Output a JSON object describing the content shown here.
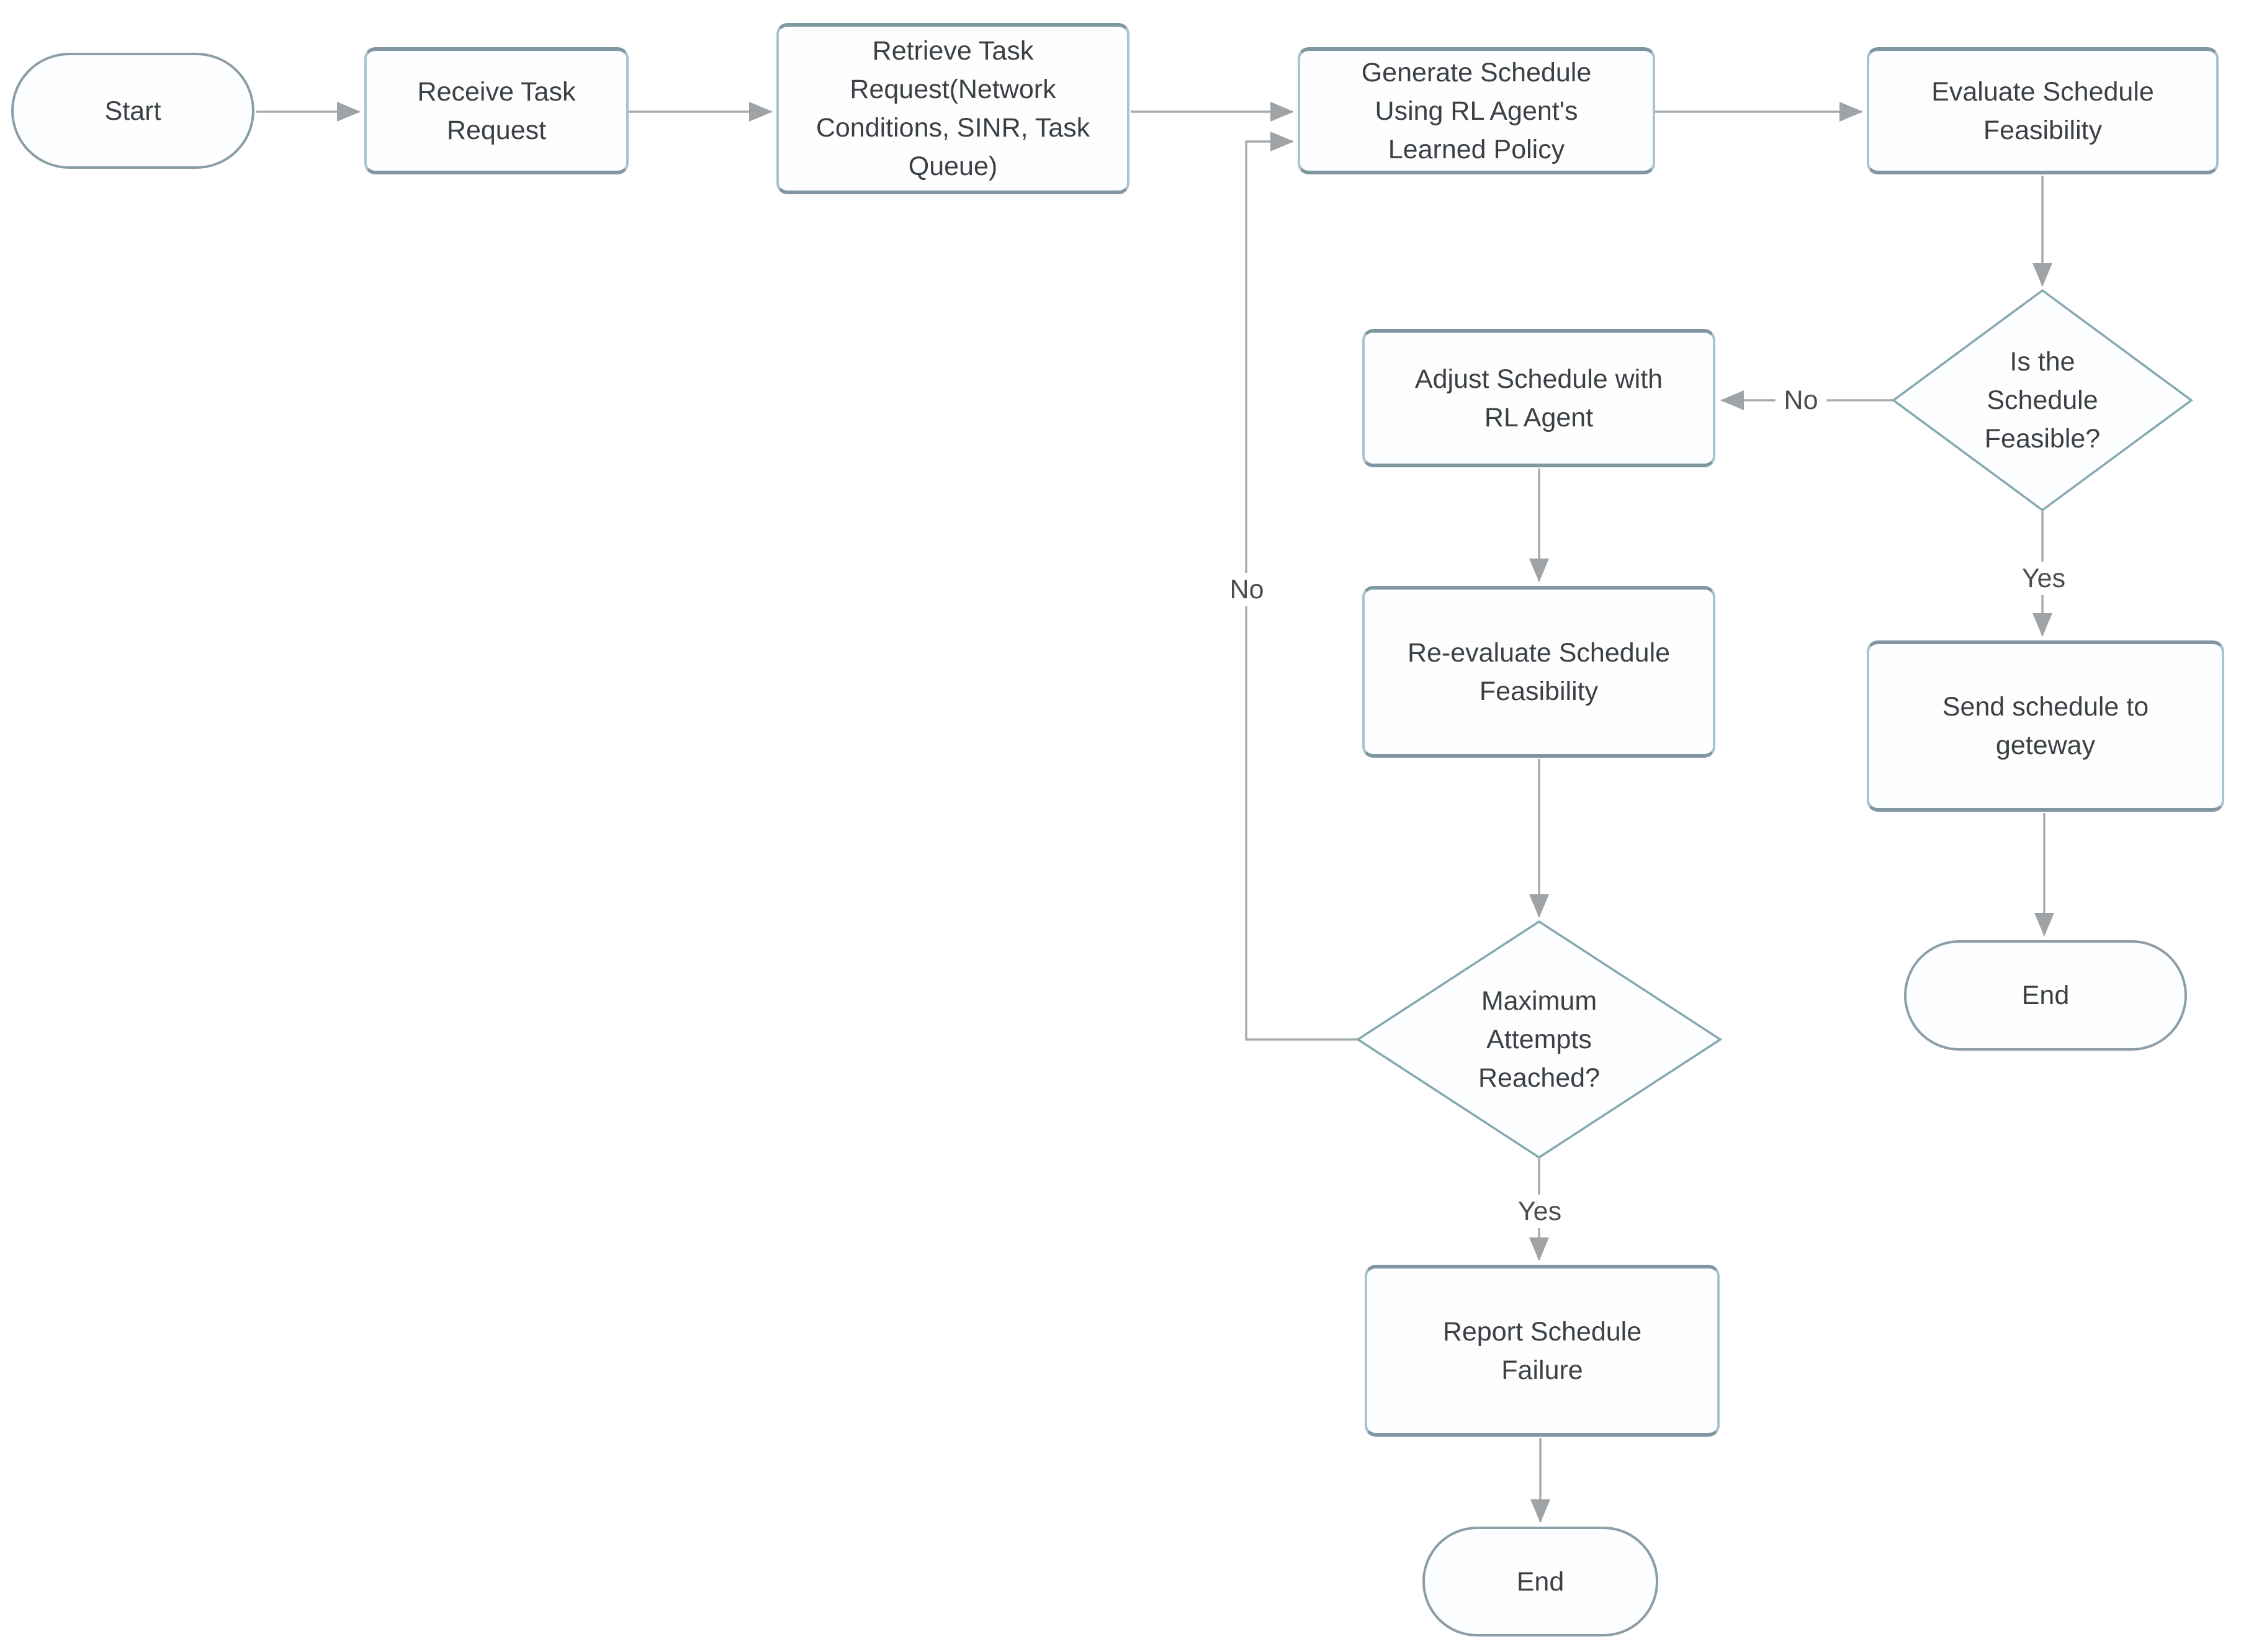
{
  "diagram": {
    "type": "flowchart",
    "colors": {
      "shape_fill": "#fdfeff",
      "rect_border_side": "#aac4cf",
      "rect_border_topbottom": "#8096a0",
      "terminator_border": "#8b9ea8",
      "diamond_border": "#85a7b1",
      "connector": "#a8abad",
      "arrowhead": "#9fa3a5",
      "text": "#3d4043",
      "background": "#ffffff"
    }
  },
  "nodes": {
    "start": {
      "label": "Start",
      "type": "terminator"
    },
    "receive": {
      "label": "Receive Task Request",
      "type": "process"
    },
    "retrieve": {
      "label": "Retrieve Task Request(Network Conditions, SINR, Task Queue)",
      "type": "process"
    },
    "generate": {
      "label": "Generate Schedule Using RL Agent's Learned Policy",
      "type": "process"
    },
    "evaluate": {
      "label": "Evaluate Schedule Feasibility",
      "type": "process"
    },
    "is_feasible": {
      "label": "Is the Schedule Feasible?",
      "type": "decision"
    },
    "adjust": {
      "label": "Adjust Schedule with RL Agent",
      "type": "process"
    },
    "reevaluate": {
      "label": "Re-evaluate Schedule Feasibility",
      "type": "process"
    },
    "max_attempts": {
      "label": "Maximum Attempts Reached?",
      "type": "decision"
    },
    "send": {
      "label": "Send schedule to geteway",
      "type": "process"
    },
    "end_right": {
      "label": "End",
      "type": "terminator"
    },
    "report": {
      "label": "Report Schedule Failure",
      "type": "process"
    },
    "end_bottom": {
      "label": "End",
      "type": "terminator"
    }
  },
  "edge_labels": {
    "is_feasible_no": "No",
    "is_feasible_yes": "Yes",
    "max_attempts_no": "No",
    "max_attempts_yes": "Yes"
  }
}
